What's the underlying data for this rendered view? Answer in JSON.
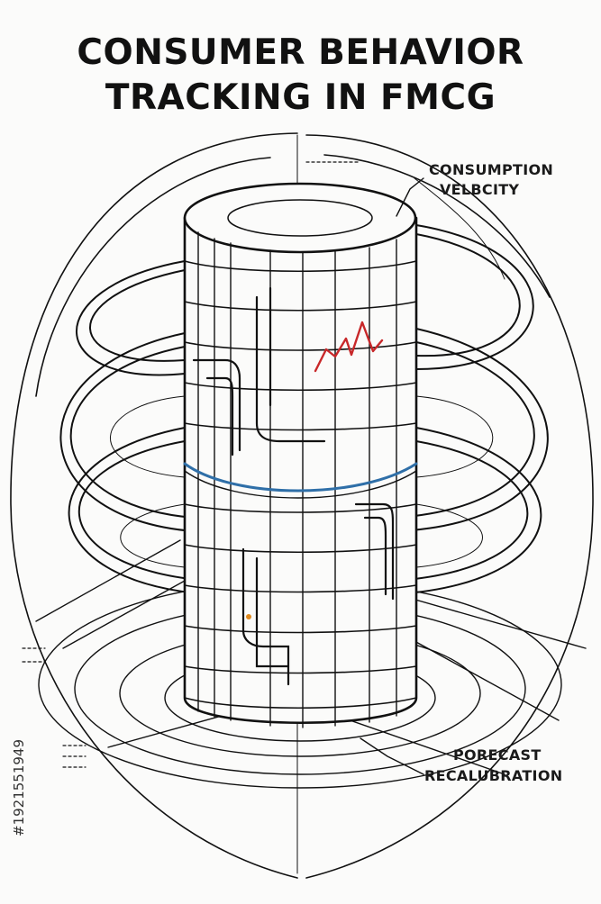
{
  "title": {
    "line1": "CONSUMER BEHAVIOR",
    "line2": "TRACKING IN FMCG"
  },
  "labels": {
    "top_line1": "CONSUMPTION",
    "top_line2": "VELBCITY",
    "bottom_line1": "PORECAST",
    "bottom_line2": "RECALUBRATION"
  },
  "watermark_id": "#1921551949",
  "colors": {
    "ink": "#111111",
    "spike": "#c8282a",
    "band": "#2f6fa8",
    "marker": "#e08a1e"
  }
}
